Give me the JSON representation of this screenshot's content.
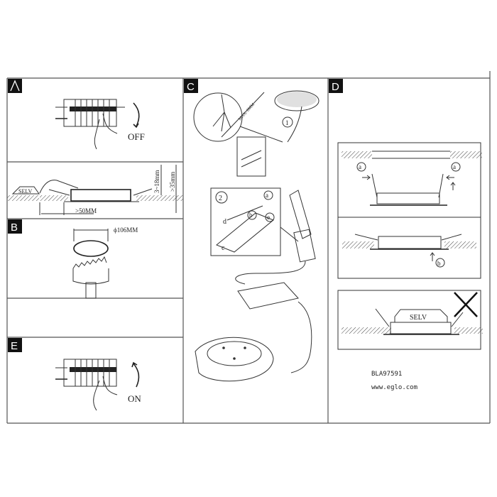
{
  "panels": {
    "a": {
      "label": "A",
      "switch_text": "OFF"
    },
    "a2": {
      "selv": "SELV",
      "dim_depth": "3~18mm",
      "dim_height": ">35mm",
      "dim_distance": ">50MM"
    },
    "b": {
      "label": "B",
      "dim_diameter": "ϕ106MM"
    },
    "c": {
      "label": "C",
      "strip_length": "MAX. 6MM",
      "step1": "1",
      "step2": "2",
      "marks": [
        "a",
        "b",
        "d",
        "e",
        "c"
      ]
    },
    "d": {
      "label": "D",
      "mark_a": "a",
      "mark_b": "b",
      "selv": "SELV"
    },
    "e": {
      "label": "E",
      "switch_text": "ON"
    }
  },
  "footer": {
    "model": "BLA97591",
    "website": "www.eglo.com"
  }
}
